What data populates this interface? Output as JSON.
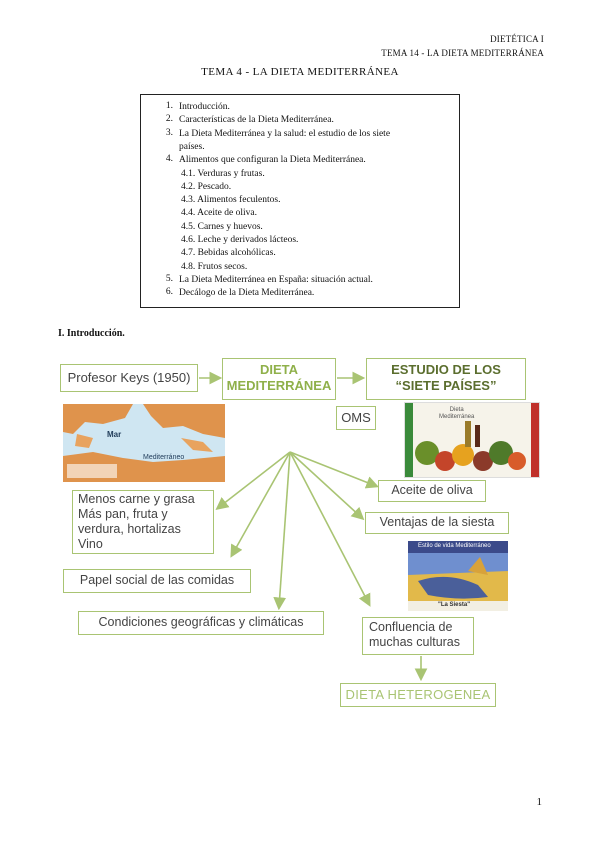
{
  "header": {
    "subject": "DIETÉTICA I",
    "topic": "TEMA 14 - LA DIETA MEDITERRÁNEA"
  },
  "title": "TEMA 4 - LA DIETA MEDITERRÁNEA",
  "toc": [
    {
      "num": "1.",
      "text": "Introducción."
    },
    {
      "num": "2.",
      "text": "Características de la Dieta Mediterránea."
    },
    {
      "num": "3.",
      "text": "La Dieta Mediterránea y la salud: el estudio de los siete"
    },
    {
      "num": "",
      "text": "países."
    },
    {
      "num": "4.",
      "text": "Alimentos que configuran la Dieta Mediterránea."
    },
    {
      "num": "",
      "text": "4.1. Verduras y frutas."
    },
    {
      "num": "",
      "text": "4.2. Pescado."
    },
    {
      "num": "",
      "text": "4.3. Alimentos feculentos."
    },
    {
      "num": "",
      "text": "4.4. Aceite de oliva."
    },
    {
      "num": "",
      "text": "4.5. Carnes y huevos."
    },
    {
      "num": "",
      "text": "4.6. Leche y derivados lácteos."
    },
    {
      "num": "",
      "text": "4.7. Bebidas alcohólicas."
    },
    {
      "num": "",
      "text": "4.8. Frutos secos."
    },
    {
      "num": "5.",
      "text": "La Dieta Mediterránea en España: situación actual."
    },
    {
      "num": "6.",
      "text": "Decálogo de la Dieta Mediterránea."
    }
  ],
  "section_heading": "I. Introducción.",
  "diagram": {
    "keys": "Profesor Keys (1950)",
    "dieta_line1": "DIETA",
    "dieta_line2": "MEDITERRÁNEA",
    "estudio_line1": "ESTUDIO DE LOS",
    "estudio_line2": "“SIETE PAÍSES”",
    "oms": "OMS",
    "menos_lines": [
      "Menos carne y grasa",
      "Más pan, fruta y",
      "verdura, hortalizas",
      "Vino"
    ],
    "papel": "Papel social de las comidas",
    "condiciones": "Condiciones geográficas y climáticas",
    "aceite": "Aceite de oliva",
    "siesta": "Ventajas de la siesta",
    "confluencia_lines": [
      "Confluencia de",
      "muchas culturas"
    ],
    "heterogenea": "DIETA HETEROGENEA",
    "map_mar": "Mar",
    "map_med": "Mediterráneo",
    "food_img_title1": "Dieta",
    "food_img_title2": "Mediterránea",
    "siesta_img_title": "Estilo de vida Mediterráneo",
    "siesta_img_caption": "\"La Siesta\""
  },
  "page_number": "1",
  "colors": {
    "accent_green": "#a9c473",
    "green_text": "#8fb04a",
    "sea": "#cfe6f2",
    "land": "#e08a3a"
  }
}
